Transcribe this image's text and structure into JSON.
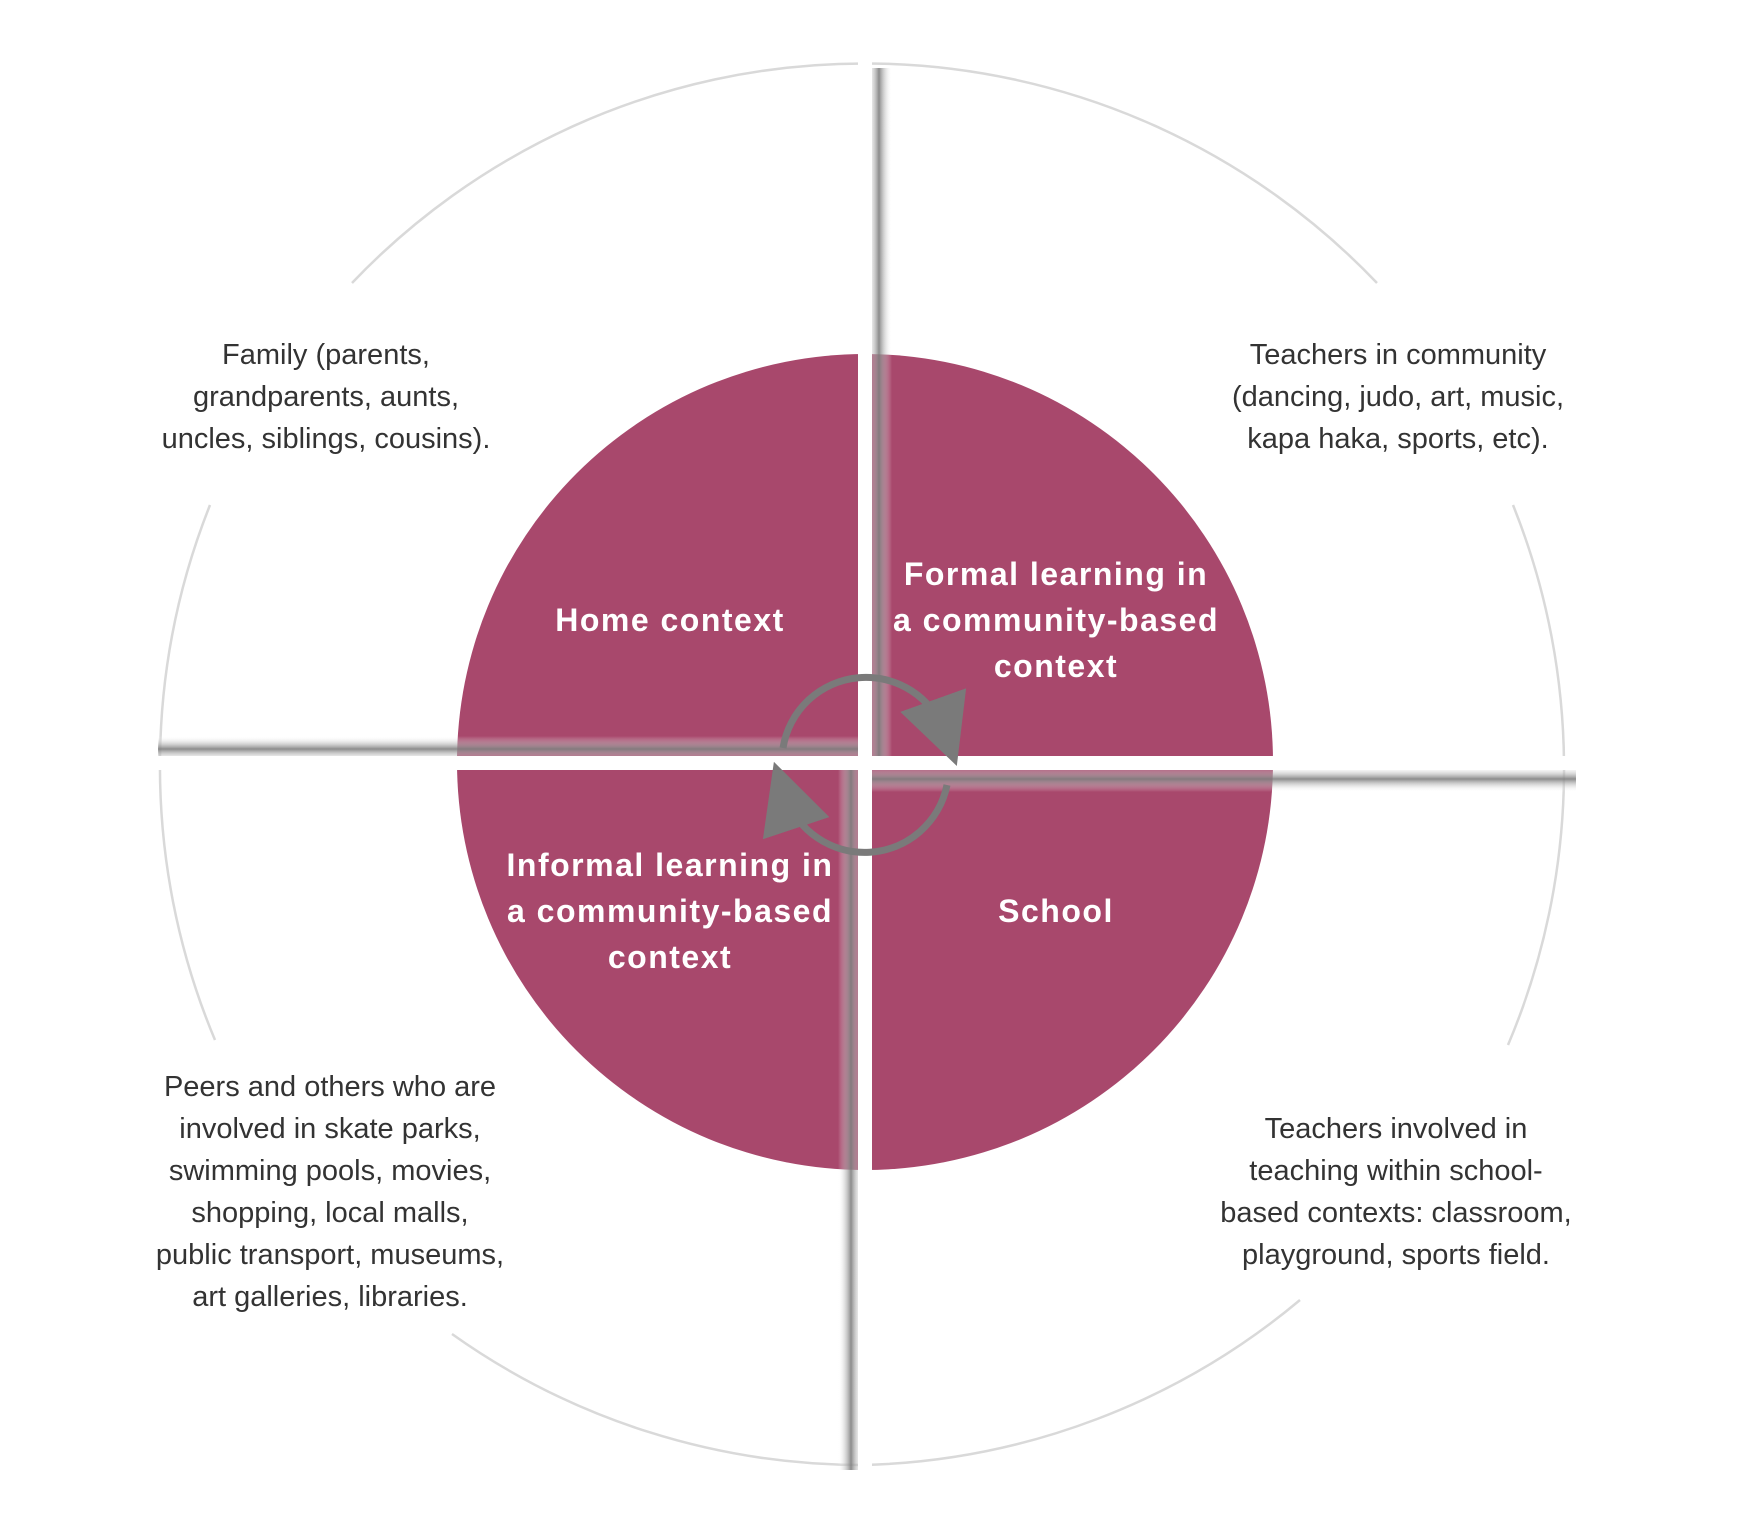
{
  "colors": {
    "inner_circle": "#a8486c",
    "outer_ring": "#d9d9d9",
    "divider_shadow": "#8c8c8c",
    "arrows": "#7a7a7a",
    "inner_text": "#ffffff",
    "outer_text": "#333333"
  },
  "inner": {
    "top_left": {
      "lines": [
        "Home context"
      ]
    },
    "top_right": {
      "lines": [
        "Formal learning in",
        "a community-based",
        "context"
      ]
    },
    "bottom_left": {
      "lines": [
        "Informal learning in",
        "a community-based",
        "context"
      ]
    },
    "bottom_right": {
      "lines": [
        "School"
      ]
    }
  },
  "outer": {
    "top_left": {
      "lines": [
        "Family (parents,",
        "grandparents, aunts,",
        "uncles, siblings, cousins)."
      ]
    },
    "top_right": {
      "lines": [
        "Teachers in community",
        "(dancing, judo, art, music,",
        "kapa haka, sports, etc)."
      ]
    },
    "bottom_left": {
      "lines": [
        "Peers and others who are",
        "involved in skate parks,",
        "swimming pools, movies,",
        "shopping, local malls,",
        "public transport, museums,",
        "art galleries, libraries."
      ]
    },
    "bottom_right": {
      "lines": [
        "Teachers involved in",
        "teaching within school-",
        "based contexts: classroom,",
        "playground, sports field."
      ]
    }
  },
  "icons": {
    "cycle": "circular-arrows-icon"
  }
}
